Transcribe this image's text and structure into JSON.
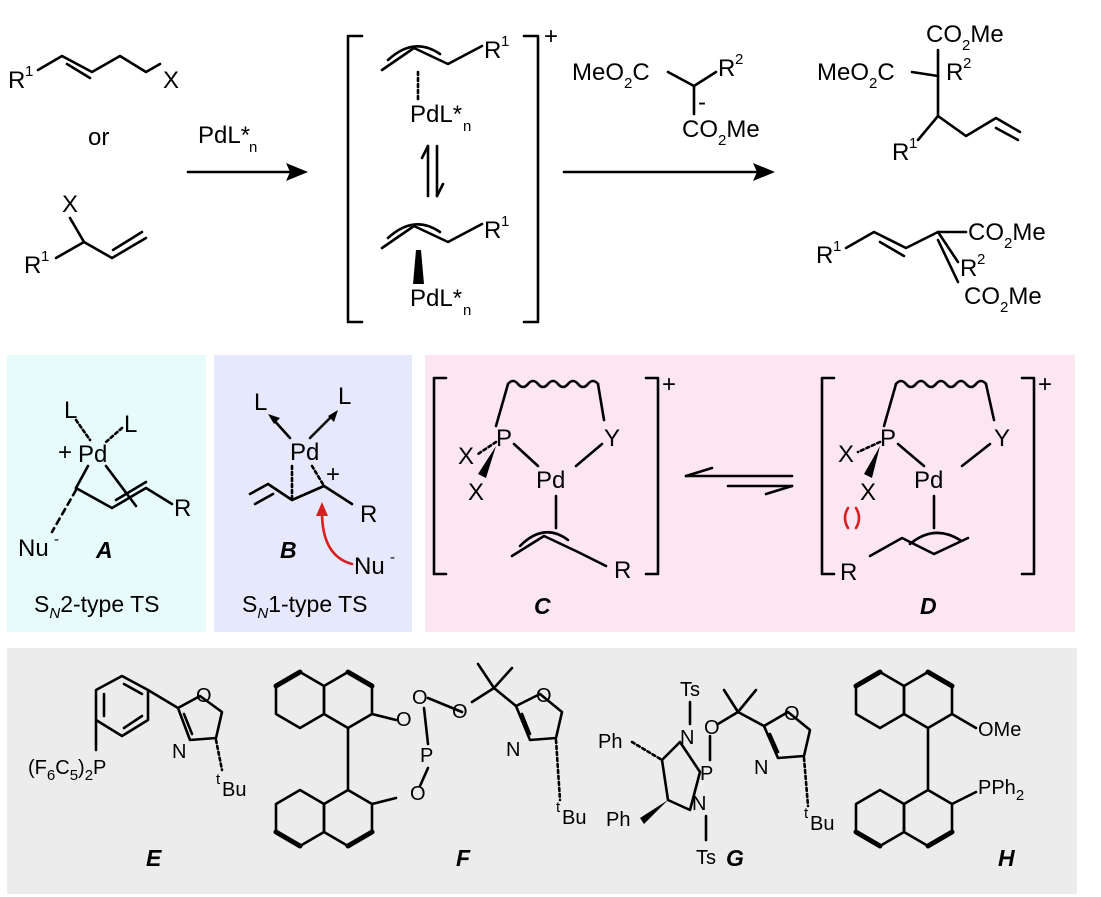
{
  "reaction": {
    "substrate_top": {
      "r": "R",
      "r_sup": "1",
      "x": "X"
    },
    "or": "or",
    "substrate_bottom": {
      "x": "X",
      "r": "R",
      "r_sup": "1"
    },
    "reagent": {
      "main": "PdL*",
      "sub": "n"
    },
    "complex_top": {
      "pd": "PdL*",
      "sub": "n",
      "r": "R",
      "r_sup": "1"
    },
    "complex_bottom": {
      "pd": "PdL*",
      "sub": "n",
      "r": "R",
      "r_sup": "1"
    },
    "charge": "+",
    "nucleophile": {
      "left": "MeO",
      "left_sub": "2",
      "left_tail": "C",
      "r": "R",
      "r_sup": "2",
      "minus": "-",
      "bottom": "CO",
      "bottom_sub": "2",
      "bottom_tail": "Me"
    },
    "product_branched": {
      "top": "CO",
      "top_sub": "2",
      "top_tail": "Me",
      "left": "MeO",
      "left_sub": "2",
      "left_tail": "C",
      "r2": "R",
      "r2_sup": "2",
      "r1": "R",
      "r1_sup": "1"
    },
    "product_linear": {
      "r1": "R",
      "r1_sup": "1",
      "right": "CO",
      "right_sub": "2",
      "right_tail": "Me",
      "r2": "R",
      "r2_sup": "2",
      "bottom": "CO",
      "bottom_sub": "2",
      "bottom_tail": "Me"
    }
  },
  "transition_states": [
    {
      "id": "A",
      "letter": "A",
      "caption_pre": "S",
      "caption_sub": "N",
      "caption_post": "2-type TS",
      "labels": {
        "l1": "L",
        "l2": "L",
        "pd": "Pd",
        "plus": "+",
        "r": "R",
        "nu": "Nu",
        "nu_charge": "-"
      },
      "bg": "#e6fbfa"
    },
    {
      "id": "B",
      "letter": "B",
      "caption_pre": "S",
      "caption_sub": "N",
      "caption_post": "1-type TS",
      "labels": {
        "l1": "L",
        "l2": "L",
        "pd": "Pd",
        "plus": "+",
        "r": "R",
        "nu": "Nu",
        "nu_charge": "-"
      },
      "bg": "#e6e8fb"
    },
    {
      "id": "C",
      "letter": "C",
      "labels": {
        "x1": "X",
        "p": "P",
        "x2": "X",
        "pd": "Pd",
        "y": "Y",
        "r": "R",
        "charge": "+"
      }
    },
    {
      "id": "D",
      "letter": "D",
      "labels": {
        "x1": "X",
        "p": "P",
        "x2": "X",
        "pd": "Pd",
        "y": "Y",
        "r": "R",
        "charge": "+"
      }
    }
  ],
  "panel_cd_bg": "#fce6f1",
  "ligand_panel_bg": "#ececec",
  "ligands": [
    {
      "id": "E",
      "letter": "E",
      "labels": {
        "p_pre": "(F",
        "p_sub1": "6",
        "p_mid": "C",
        "p_sub2": "5",
        "p_post": ")",
        "p_sub3": "2",
        "p": "P",
        "o": "O",
        "n": "N",
        "tbu_sup": "t",
        "tbu": "Bu"
      }
    },
    {
      "id": "F",
      "letter": "F",
      "labels": {
        "o1": "O",
        "o2": "O",
        "o3": "O",
        "p": "P",
        "o4": "O",
        "n": "N",
        "o5": "O",
        "tbu_sup": "t",
        "tbu": "Bu"
      }
    },
    {
      "id": "G",
      "letter": "G",
      "labels": {
        "ts1": "Ts",
        "ts2": "Ts",
        "ph1": "Ph",
        "ph2": "Ph",
        "n1": "N",
        "n2": "N",
        "p": "P",
        "o1": "O",
        "n3": "N",
        "o2": "O",
        "tbu_sup": "t",
        "tbu": "Bu"
      }
    },
    {
      "id": "H",
      "letter": "H",
      "labels": {
        "ome": "OMe",
        "pph": "PPh",
        "pph_sub": "2"
      }
    }
  ]
}
